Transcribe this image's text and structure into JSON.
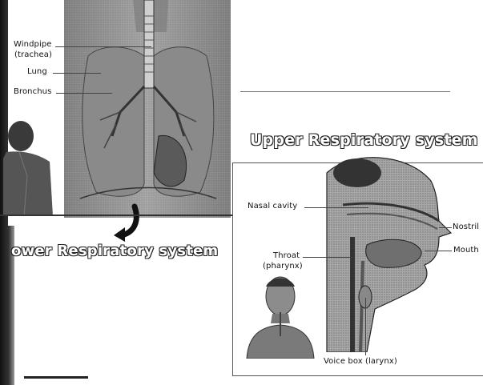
{
  "lower": {
    "title": "ower Respiratory system",
    "labels": {
      "windpipe": "Windpipe",
      "trachea": "(trachea)",
      "lung": "Lung",
      "bronchus": "Bronchus"
    }
  },
  "upper": {
    "title": "Upper Respiratory system",
    "labels": {
      "nasal_cavity": "Nasal cavity",
      "nostril": "Nostril",
      "throat": "Throat",
      "pharynx": "(pharynx)",
      "mouth": "Mouth",
      "voice_box": "Voice box (larynx)"
    }
  },
  "colors": {
    "title_fill": "#ffffff",
    "title_outline": "#222222",
    "ink": "#111111"
  }
}
